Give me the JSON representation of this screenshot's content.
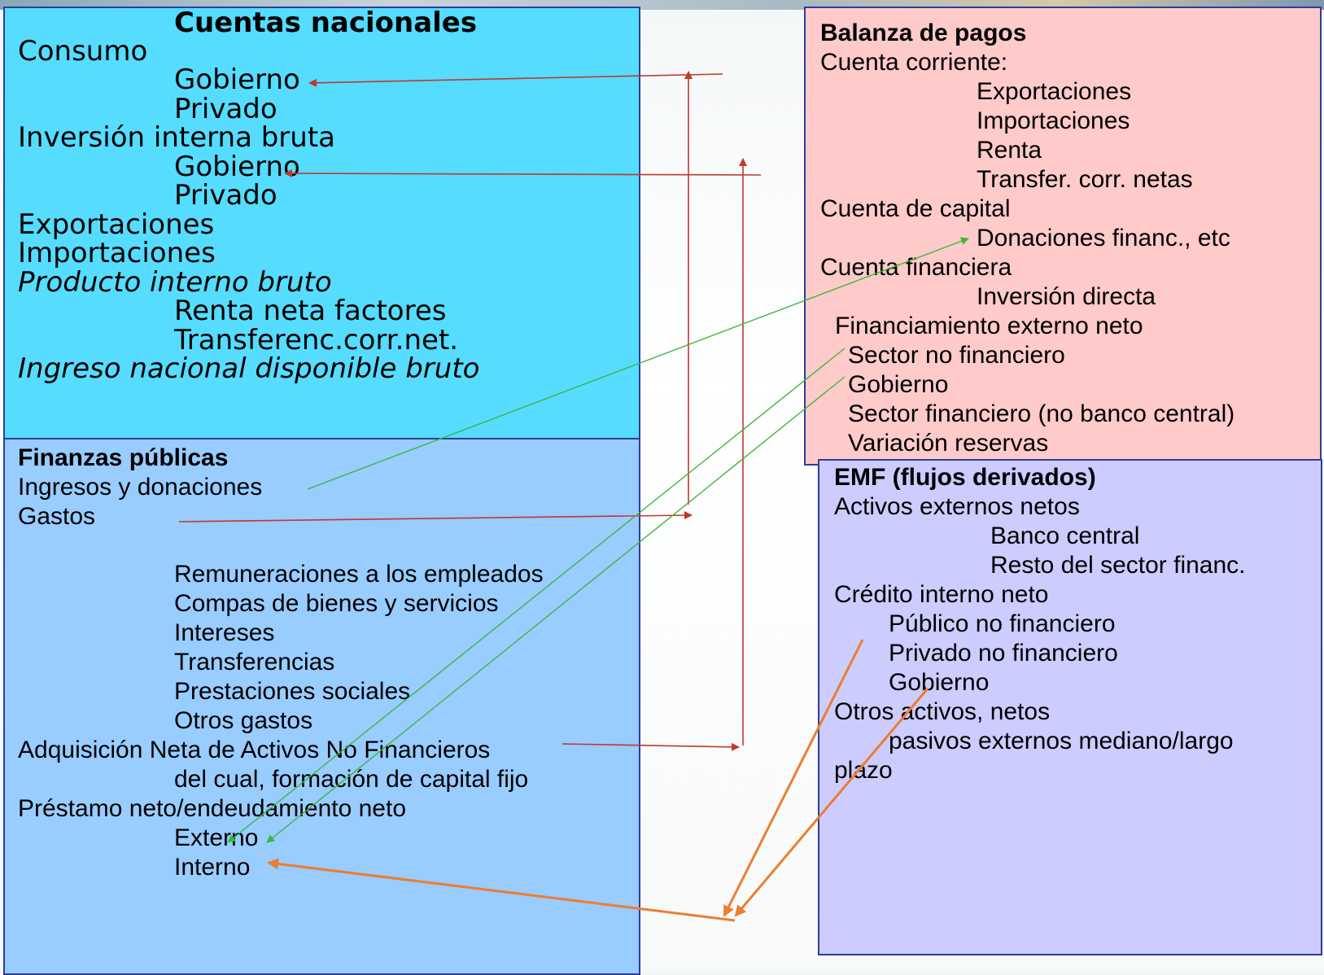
{
  "cuentas_nacionales": {
    "title": "Cuentas nacionales",
    "items": [
      "Consumo",
      "Gobierno",
      "Privado",
      "Inversión interna bruta",
      "Gobierno",
      "Privado",
      "Exportaciones",
      "Importaciones",
      "Producto interno bruto",
      "Renta neta factores",
      "Transferenc.corr.net.",
      "Ingreso nacional disponible bruto"
    ]
  },
  "finanzas_publicas": {
    "title": "Finanzas públicas",
    "items": [
      "Ingresos y donaciones",
      "Gastos",
      "Remuneraciones a los empleados",
      "Compas de bienes y servicios",
      "Intereses",
      "Transferencias",
      "Prestaciones sociales",
      "Otros gastos",
      "Adquisición Neta de Activos No Financieros",
      "del cual, formación de capital fijo",
      "Préstamo neto/endeudamiento neto",
      "Externo",
      "Interno"
    ]
  },
  "balanza_de_pagos": {
    "title": "Balanza de pagos",
    "items": [
      "Cuenta corriente:",
      "Exportaciones",
      "Importaciones",
      "Renta",
      "Transfer. corr. netas",
      "Cuenta de capital",
      "Donaciones financ., etc",
      "Cuenta financiera",
      "Inversión directa",
      "Financiamiento externo neto",
      "Sector no financiero",
      "Gobierno",
      "Sector financiero (no banco central)",
      "Variación reservas"
    ]
  },
  "emf": {
    "title": "EMF (flujos derivados)",
    "items": [
      "Activos externos netos",
      "Banco central",
      "Resto del sector financ.",
      "Crédito interno neto",
      "Público no financiero",
      "Privado no financiero",
      "Gobierno",
      "Otros activos, netos",
      "pasivos externos mediano/largo",
      "plazo"
    ]
  },
  "colors": {
    "cuentas_nacionales_bg": "#55dcff",
    "finanzas_publicas_bg": "#99ccff",
    "balanza_de_pagos_bg": "#ffcaca",
    "emf_bg": "#ccccff",
    "box_border": "#2b3f9a",
    "arrow_red": "#c0392b",
    "arrow_green": "#3db83d",
    "arrow_orange": "#ed7d31"
  }
}
